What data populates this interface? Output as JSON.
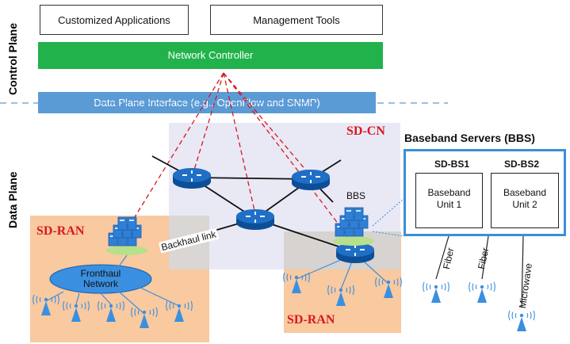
{
  "planes": {
    "control": "Control Plane",
    "data": "Data Plane"
  },
  "top_boxes": {
    "apps": "Customized Applications",
    "mgmt": "Management Tools"
  },
  "controller": "Network Controller",
  "interface": "Data Plane Interface (e.g., OpenFlow and SNMP)",
  "regions": {
    "sdcn": "SD-CN",
    "sdran_left": "SD-RAN",
    "sdran_right": "SD-RAN"
  },
  "labels": {
    "backhaul": "Backhaul link",
    "bbs_small": "BBS",
    "fronthaul": "Fronthaul\nNetwork"
  },
  "bbs_panel": {
    "title": "Baseband Servers (BBS)",
    "servers": [
      {
        "name": "SD-BS1",
        "unit": "Baseband\nUnit 1"
      },
      {
        "name": "SD-BS2",
        "unit": "Baseband\nUnit 2"
      }
    ]
  },
  "links": [
    "Fiber",
    "Fiber",
    "Microwave"
  ],
  "colors": {
    "controller_green": "#22b24c",
    "interface_blue": "#5b9bd5",
    "sdcn_bg": "#e9e8f5",
    "sdran_bg": "#f9c9a0",
    "accent_red": "#d7191c",
    "router_blue": "#1f6fc7",
    "antenna_blue": "#3b8fe0",
    "panel_border": "#3a8fd8"
  }
}
